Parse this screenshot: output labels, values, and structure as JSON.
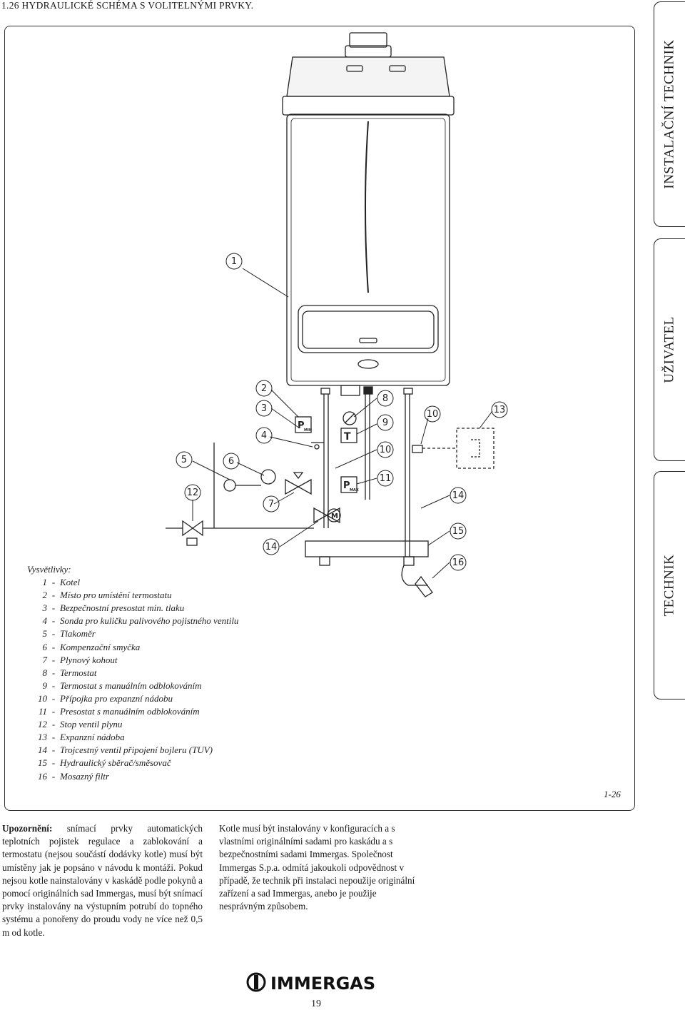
{
  "section_title": "1.26 HYDRAULICKÉ SCHÉMA S VOLITELNÝMI PRVKY.",
  "side_tabs": {
    "installer_tech": "INSTALAČNÍ TECHNIK",
    "user": "UŽIVATEL",
    "tech": "TECHNIK"
  },
  "diagram": {
    "callouts": [
      "1",
      "2",
      "3",
      "4",
      "5",
      "6",
      "7",
      "8",
      "9",
      "10",
      "10",
      "11",
      "12",
      "13",
      "14",
      "14",
      "15",
      "16"
    ],
    "symbols": {
      "p_min": "P",
      "p_min_sub": "MIN",
      "p_max": "P",
      "p_max_sub": "MAX",
      "thermostat": "T",
      "motor": "M"
    },
    "figure_label": "1-26"
  },
  "legend": {
    "title": "Vysvětlivky:",
    "items": [
      {
        "num": "1",
        "text": "Kotel"
      },
      {
        "num": "2",
        "text": "Místo pro umístění termostatu"
      },
      {
        "num": "3",
        "text": "Bezpečnostní presostat min. tlaku"
      },
      {
        "num": "4",
        "text": "Sonda pro kuličku palivového pojistného ventilu"
      },
      {
        "num": "5",
        "text": "Tlakoměr"
      },
      {
        "num": "6",
        "text": "Kompenzační smyčka"
      },
      {
        "num": "7",
        "text": "Plynový kohout"
      },
      {
        "num": "8",
        "text": "Termostat"
      },
      {
        "num": "9",
        "text": "Termostat s manuálním odblokováním"
      },
      {
        "num": "10",
        "text": "Přípojka pro expanzní nádobu"
      },
      {
        "num": "11",
        "text": "Presostat s manuálním odblokováním"
      },
      {
        "num": "12",
        "text": "Stop ventil plynu"
      },
      {
        "num": "13",
        "text": "Expanzní nádoba"
      },
      {
        "num": "14",
        "text": "Trojcestný ventil připojení bojleru (TUV)"
      },
      {
        "num": "15",
        "text": "Hydraulický sběrač/směsovač"
      },
      {
        "num": "16",
        "text": "Mosazný filtr"
      }
    ]
  },
  "notes": {
    "left_bold": "Upozornění:",
    "left_text": "snímací prvky automatických teplotních pojistek regulace a zablokování a termostatu (nejsou součástí dodávky kotle) musí být umístěny jak je popsáno v návodu k montáži. Pokud nejsou kotle nainstalovány v kaskádě podle pokynů a pomocí originálních sad Immergas, musí být snímací prvky instalovány na výstupním potrubí do topného systému a ponořeny do proudu vody ne více než 0,5 m od kotle.",
    "right_text": "Kotle musí být instalovány v konfiguracích a s vlastními originálními sadami pro kaskádu a s bezpečnostními sadami Immergas. Společnost Immergas S.p.a. odmítá jakoukoli odpovědnost v případě, že technik při instalaci nepoužije originální zařízení a sad Immergas, anebo je použije nesprávným způsobem."
  },
  "brand": "IMMERGAS",
  "page_number": "19"
}
